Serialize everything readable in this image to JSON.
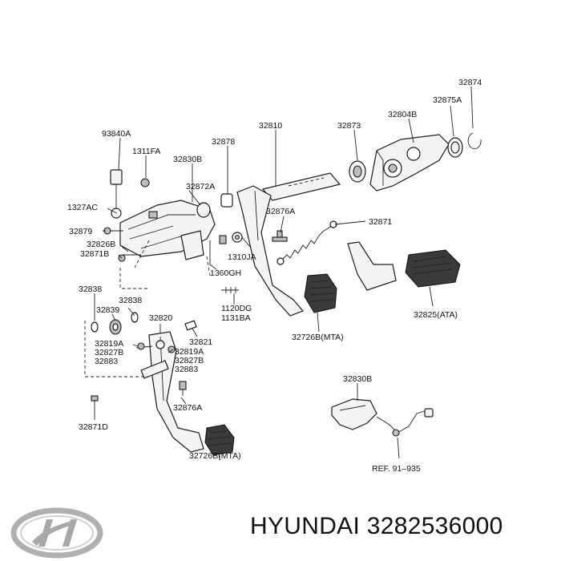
{
  "labels": {
    "p32874": "32874",
    "p32875A": "32875A",
    "p32804B": "32804B",
    "p32873": "32873",
    "p32810": "32810",
    "p93840A": "93840A",
    "p1311FA": "1311FA",
    "p32830B_top": "32830B",
    "p32878": "32878",
    "p32872A": "32872A",
    "p1327AC": "1327AC",
    "p32879": "32879",
    "p32826B": "32826B",
    "p32871B": "32871B",
    "p32876A_top": "32876A",
    "p32871": "32871",
    "p1310JA": "1310JA",
    "p1360GH": "1360GH",
    "p1120DG": "1120DG",
    "p1131BA": "1131BA",
    "p32838_l": "32838",
    "p32838_r": "32838",
    "p32839": "32839",
    "p32820": "32820",
    "p32821": "32821",
    "p32819A_l": "32819A",
    "p32827B_l": "32827B",
    "p32883_l": "32883",
    "p32819A_r": "32819A",
    "p32827B_r": "32827B",
    "p32883_r": "32883",
    "p32876A_bot": "32876A",
    "p32871D": "32871D",
    "p32726B_top": "32726B(MTA)",
    "p32726B_bot": "32726B(MTA)",
    "p32825": "32825(ATA)",
    "p32830B_bot": "32830B",
    "ref": "REF. 91–935"
  },
  "brand": {
    "text": "HYUNDAI 3282536000",
    "logo": "hyundai-logo"
  }
}
